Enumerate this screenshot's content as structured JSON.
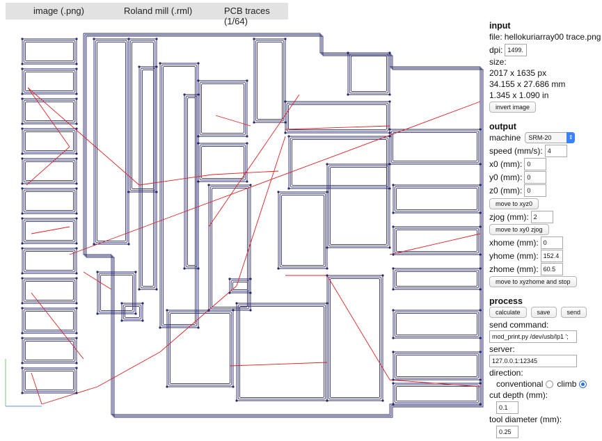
{
  "menu": {
    "format_in": "image (.png)",
    "format_out": "Roland mill (.rml)",
    "process": "PCB traces (1/64)"
  },
  "input": {
    "heading": "input",
    "file_label": "file:",
    "file_name": "hellokuriarray00 trace.png",
    "dpi_label": "dpi:",
    "dpi_value": "1499.",
    "size_label": "size:",
    "size_px": "2017 x 1635 px",
    "size_mm": "34.155 x 27.686 mm",
    "size_in": "1.345 x 1.090 in",
    "invert_button": "invert image"
  },
  "output": {
    "heading": "output",
    "machine_label": "machine",
    "machine_value": "SRM-20",
    "speed_label": "speed (mm/s):",
    "speed_value": "4",
    "x0_label": "x0 (mm):",
    "x0_value": "0",
    "y0_label": "y0 (mm):",
    "y0_value": "0",
    "z0_label": "z0 (mm):",
    "z0_value": "0",
    "move_xyz0_button": "move to xyz0",
    "zjog_label": "zjog (mm):",
    "zjog_value": "2",
    "move_xy0_button": "move to xy0 zjog",
    "xhome_label": "xhome (mm):",
    "xhome_value": "0",
    "yhome_label": "yhome (mm):",
    "yhome_value": "152.4",
    "zhome_label": "zhome (mm):",
    "zhome_value": "60.5",
    "move_home_button": "move to xyzhome and stop"
  },
  "process": {
    "heading": "process",
    "calculate_button": "calculate",
    "save_button": "save",
    "send_button": "send",
    "send_command_label": "send command:",
    "send_command_value": "mod_print.py /dev/usb/lp1 ';",
    "server_label": "server:",
    "server_value": "127.0.0.1:12345",
    "direction_label": "direction:",
    "conventional_label": "conventional",
    "climb_label": "climb",
    "cut_depth_label": "cut depth (mm):",
    "cut_depth_value": "0.1",
    "tool_diameter_label": "tool diameter (mm):",
    "tool_diameter_value": "0.25"
  },
  "colors": {
    "toolpath": "#2a2a6a",
    "move_path": "#e02020",
    "panel_accent": "#3b82f6"
  }
}
